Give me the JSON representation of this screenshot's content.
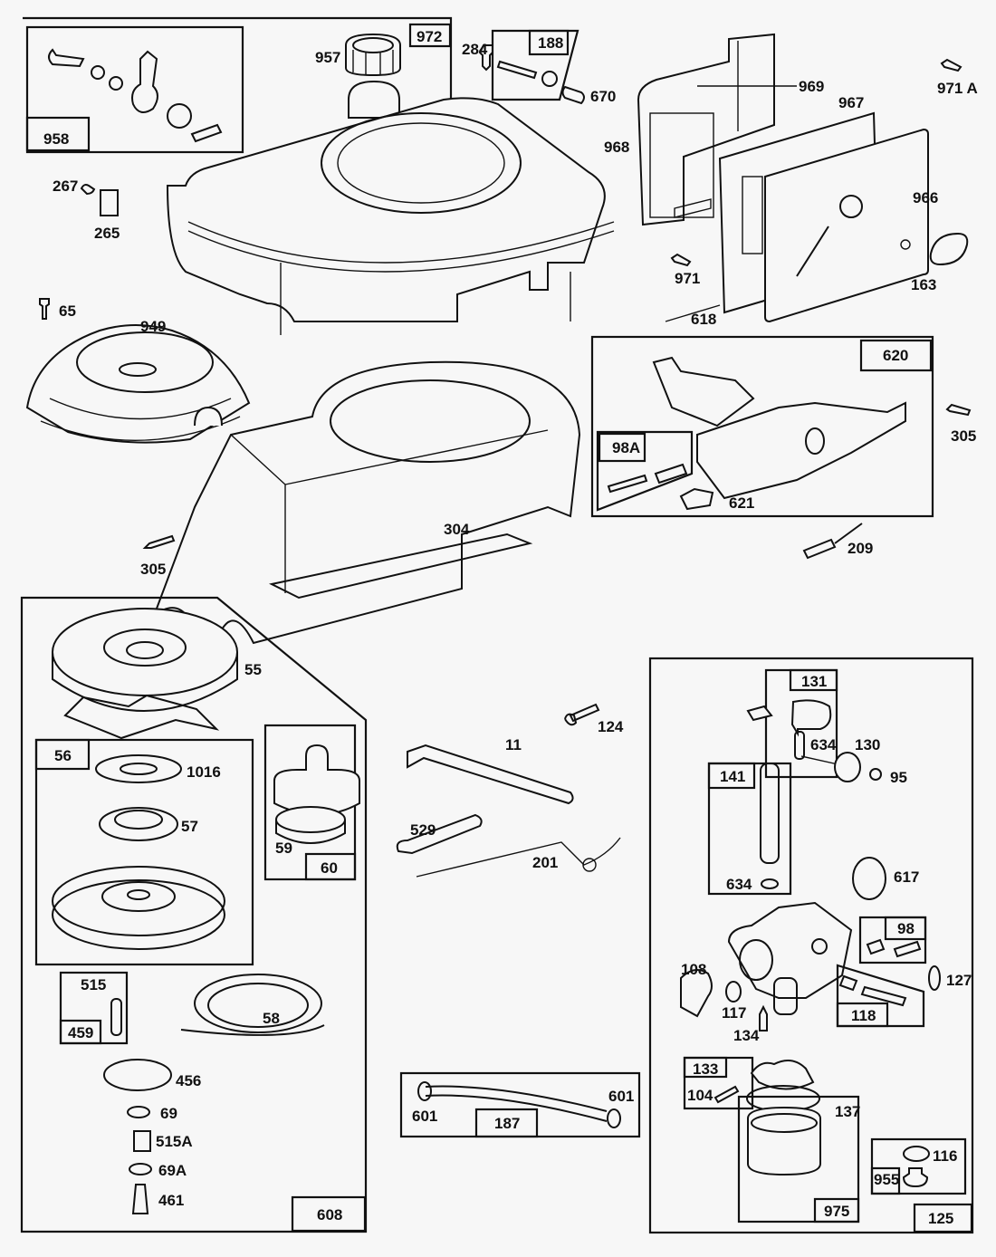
{
  "diagram": {
    "type": "exploded parts diagram",
    "subject": "small engine blower housing, fuel tank, air cleaner, rewind starter and carburetor",
    "colors": {
      "line": "#111111",
      "background": "#f7f7f7"
    }
  },
  "labels": {
    "p972": "972",
    "p958": "958",
    "p957": "957",
    "p284": "284",
    "p188": "188",
    "p670": "670",
    "p969": "969",
    "p971A": "971 A",
    "p967": "967",
    "p968": "968",
    "p966": "966",
    "p971": "971",
    "p163": "163",
    "p618": "618",
    "p267": "267",
    "p265": "265",
    "p65": "65",
    "p949": "949",
    "p620": "620",
    "p98A": "98A",
    "p621": "621",
    "p305a": "305",
    "p209": "209",
    "p304": "304",
    "p305b": "305",
    "p55": "55",
    "p56": "56",
    "p1016": "1016",
    "p57": "57",
    "p59": "59",
    "p60": "60",
    "p515": "515",
    "p459": "459",
    "p58": "58",
    "p456": "456",
    "p69": "69",
    "p515A": "515A",
    "p69A": "69A",
    "p461": "461",
    "p608": "608",
    "p124": "124",
    "p11": "11",
    "p529": "529",
    "p201": "201",
    "p601a": "601",
    "p601b": "601",
    "p187": "187",
    "p131": "131",
    "p634a": "634",
    "p130": "130",
    "p95": "95",
    "p141": "141",
    "p634b": "634",
    "p617": "617",
    "p98": "98",
    "p108": "108",
    "p117": "117",
    "p127": "127",
    "p118": "118",
    "p134": "134",
    "p133": "133",
    "p104": "104",
    "p137": "137",
    "p116": "116",
    "p955": "955",
    "p975": "975",
    "p125": "125"
  }
}
